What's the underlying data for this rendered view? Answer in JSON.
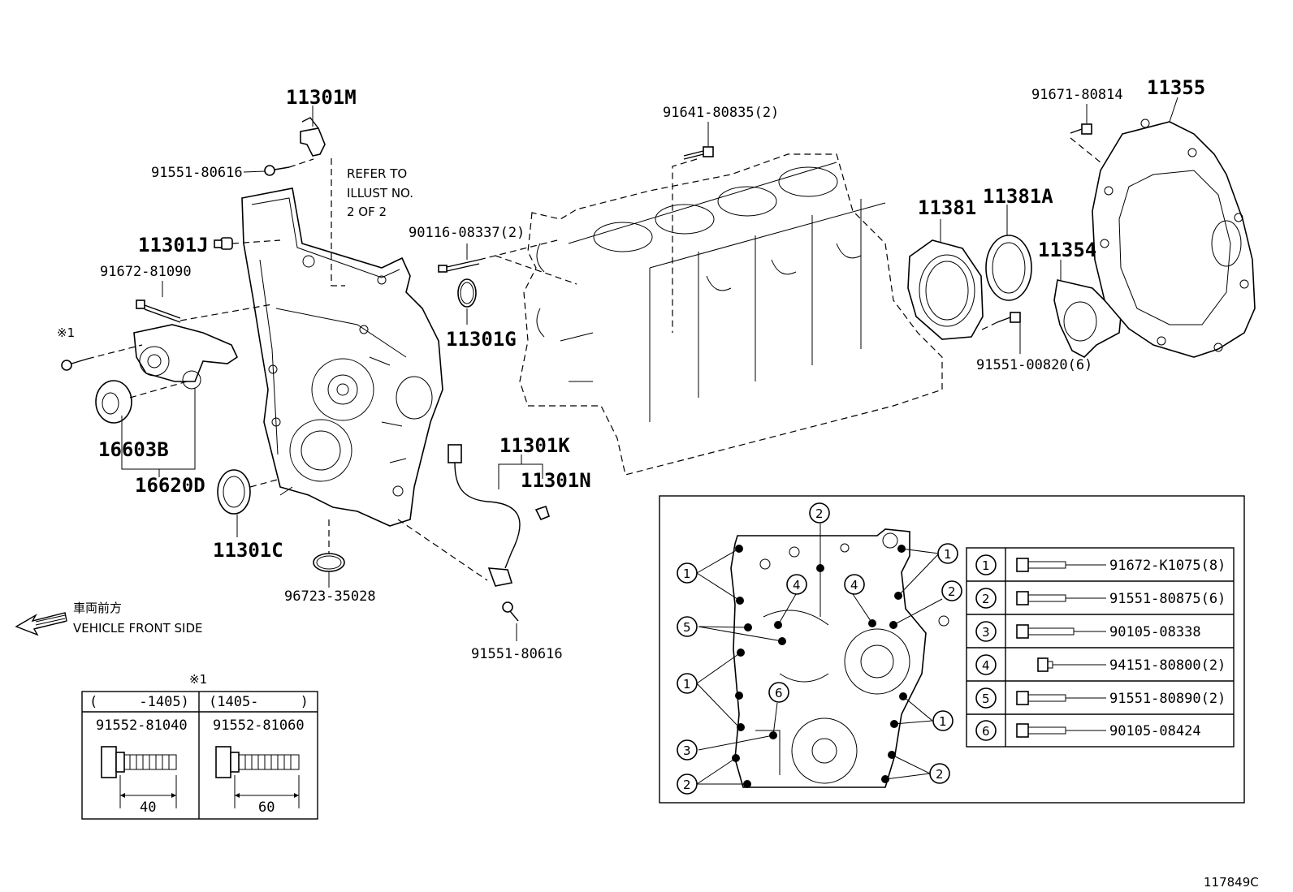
{
  "parts": {
    "p11301M": "11301M",
    "p91551_80616_top": "91551-80616",
    "refer_line1": "REFER TO",
    "refer_line2": "ILLUST NO.",
    "refer_line3": "2 OF 2",
    "p11301J": "11301J",
    "p91672_81090": "91672-81090",
    "note_mark": "※1",
    "p16603B": "16603B",
    "p16620D": "16620D",
    "p11301C": "11301C",
    "p96723_35028": "96723-35028",
    "p90116_08337": "90116-08337(2)",
    "p11301G": "11301G",
    "p11301K": "11301K",
    "p11301N": "11301N",
    "p91551_80616_bot": "91551-80616",
    "p91641_80835": "91641-80835(2)",
    "p11381": "11381",
    "p11381A": "11381A",
    "p11354": "11354",
    "p91551_00820": "91551-00820(6)",
    "p91671_80814": "91671-80814",
    "p11355": "11355"
  },
  "direction": {
    "jp": "車両前方",
    "en": "VEHICLE FRONT SIDE"
  },
  "bolt_table": {
    "note": "※1",
    "col1_range": "(     -1405)",
    "col2_range": "(1405-     )",
    "col1_part": "91552-81040",
    "col2_part": "91552-81060",
    "col1_len": "40",
    "col2_len": "60"
  },
  "legend": [
    {
      "num": "1",
      "part": "91672-K1075(8)"
    },
    {
      "num": "2",
      "part": "91551-80875(6)"
    },
    {
      "num": "3",
      "part": "90105-08338"
    },
    {
      "num": "4",
      "part": "94151-80800(2)"
    },
    {
      "num": "5",
      "part": "91551-80890(2)"
    },
    {
      "num": "6",
      "part": "90105-08424"
    }
  ],
  "detail_callouts": [
    "1",
    "2",
    "1",
    "4",
    "4",
    "2",
    "5",
    "1",
    "6",
    "1",
    "3",
    "2",
    "2"
  ],
  "figure_id": "117849C"
}
